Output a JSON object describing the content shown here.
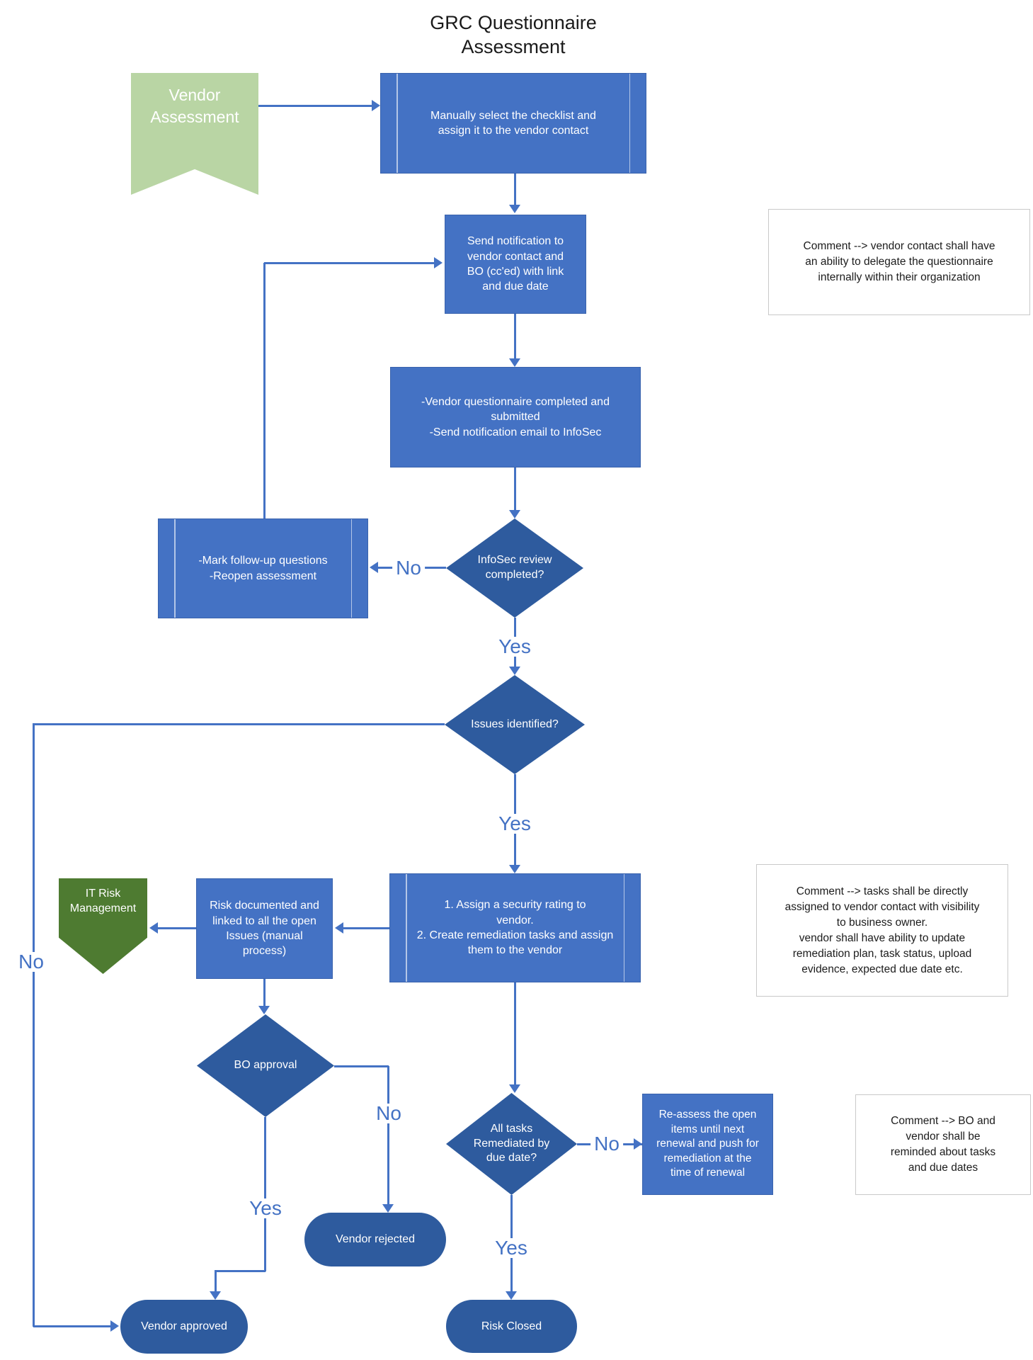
{
  "title": "GRC Questionnaire\nAssessment",
  "colors": {
    "process_fill": "#4472c4",
    "decision_fill": "#2e5b9e",
    "terminator_fill": "#2e5b9e",
    "connector_blue": "#4472c4",
    "start_banner_green": "#b9d5a4",
    "it_risk_green": "#4e7b31",
    "comment_border_gray": "#c9c9c9",
    "title_text": "#1a1a1a",
    "shape_text": "#ffffff"
  },
  "nodes": {
    "vendor_assessment": {
      "label": "Vendor\nAssessment"
    },
    "select_checklist": {
      "label": "Manually select the checklist and\nassign it to the vendor contact"
    },
    "send_notification": {
      "label": "Send notification to\nvendor contact and\nBO (cc'ed) with link\nand due date"
    },
    "questionnaire_completed": {
      "label": "-Vendor questionnaire completed and\nsubmitted\n-Send notification email to InfoSec"
    },
    "infosec_review": {
      "label": "InfoSec review\ncompleted?"
    },
    "mark_followup": {
      "label": "-Mark follow-up questions\n-Reopen assessment"
    },
    "issues_identified": {
      "label": "Issues identified?"
    },
    "assign_rating": {
      "label": "1. Assign a security rating to\nvendor.\n2. Create remediation tasks and assign them to the vendor"
    },
    "risk_documented": {
      "label": "Risk documented and\nlinked to all the open\nIssues (manual\nprocess)"
    },
    "it_risk_management": {
      "label": "IT Risk\nManagement"
    },
    "bo_approval": {
      "label": "BO approval"
    },
    "all_tasks_remediated": {
      "label": "All tasks\nRemediated by\ndue date?"
    },
    "reassess": {
      "label": "Re-assess the open\nitems until next\nrenewal and push for\nremediation at the\ntime of renewal"
    },
    "vendor_rejected": {
      "label": "Vendor rejected"
    },
    "vendor_approved": {
      "label": "Vendor approved"
    },
    "risk_closed": {
      "label": "Risk Closed"
    }
  },
  "comments": {
    "delegate": {
      "text": "Comment --> vendor contact shall have\nan ability to delegate the questionnaire\ninternally within their organization"
    },
    "tasks": {
      "text": "Comment --> tasks shall be directly\nassigned to vendor contact with visibility\nto business owner.\nvendor shall have ability to update\nremediation plan, task status, upload\nevidence, expected due date etc."
    },
    "reminders": {
      "text": "Comment --> BO and\nvendor shall be\nreminded about tasks\nand due dates"
    }
  },
  "edge_labels": {
    "infosec_no": "No",
    "infosec_yes": "Yes",
    "issues_no": "No",
    "issues_yes": "Yes",
    "bo_no": "No",
    "bo_yes": "Yes",
    "tasks_no": "No",
    "tasks_yes": "Yes"
  }
}
